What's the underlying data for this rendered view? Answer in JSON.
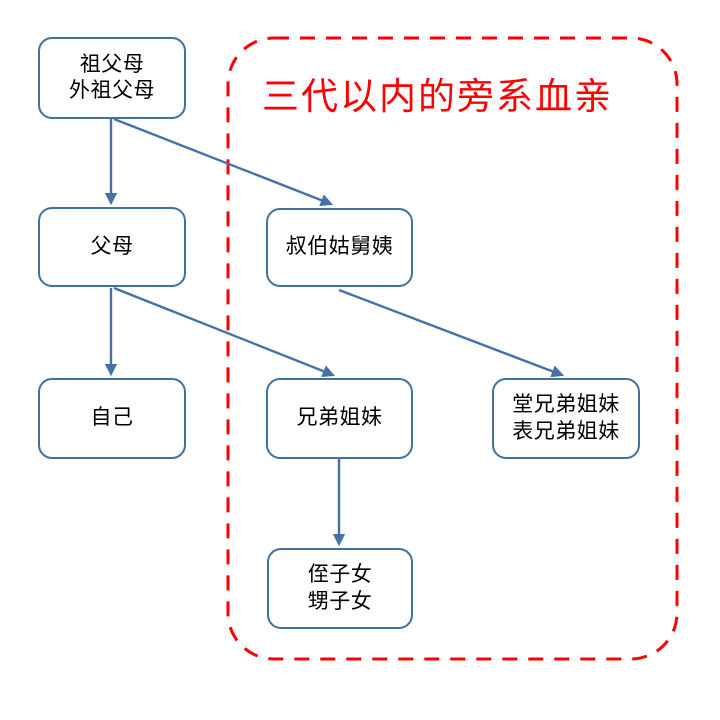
{
  "diagram": {
    "title_text": "三代以内的旁系血亲",
    "colors": {
      "node_border": "#41719C",
      "node_fill": "#FFFFFF",
      "edge": "#4472A8",
      "region_outline": "#FF0000",
      "region_label": "#FF0000",
      "text": "#000000"
    },
    "region": {
      "name": "collateral-relatives-region",
      "label": "三代以内的旁系血亲",
      "style": "dashed-rounded-rectangle"
    },
    "nodes": [
      {
        "id": "grandparents",
        "line1": "祖父母",
        "line2": "外祖父母"
      },
      {
        "id": "parents",
        "line1": "父母",
        "line2": ""
      },
      {
        "id": "uncles-aunts",
        "line1": "叔伯姑舅姨",
        "line2": ""
      },
      {
        "id": "self",
        "line1": "自己",
        "line2": ""
      },
      {
        "id": "siblings",
        "line1": "兄弟姐妹",
        "line2": ""
      },
      {
        "id": "cousins",
        "line1": "堂兄弟姐妹",
        "line2": "表兄弟姐妹"
      },
      {
        "id": "nieces-nephews",
        "line1": "侄子女",
        "line2": "甥子女"
      }
    ],
    "edges": [
      {
        "from": "grandparents",
        "to": "parents"
      },
      {
        "from": "grandparents",
        "to": "uncles-aunts"
      },
      {
        "from": "parents",
        "to": "self"
      },
      {
        "from": "parents",
        "to": "siblings"
      },
      {
        "from": "uncles-aunts",
        "to": "cousins"
      },
      {
        "from": "siblings",
        "to": "nieces-nephews"
      }
    ]
  }
}
